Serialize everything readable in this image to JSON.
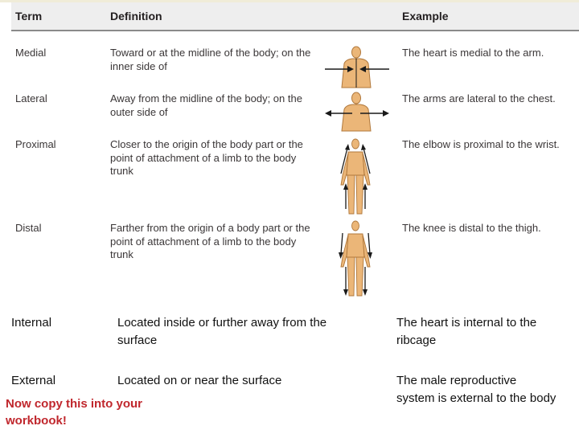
{
  "table": {
    "headers": {
      "term": "Term",
      "definition": "Definition",
      "example": "Example"
    },
    "rows": [
      {
        "term": "Medial",
        "definition": "Toward or at the midline of the body; on the inner side of",
        "example": "The heart is medial to the arm.",
        "figure": "upper-body-arrows-inward-icon"
      },
      {
        "term": "Lateral",
        "definition": "Away from the midline of the body; on the outer side of",
        "example": "The arms are lateral to the chest.",
        "figure": "upper-body-arrows-outward-icon"
      },
      {
        "term": "Proximal",
        "definition": "Closer to the origin of the body part or the point of attachment of a limb to the body trunk",
        "example": "The elbow is proximal to the wrist.",
        "figure": "full-body-arrows-proximal-icon"
      },
      {
        "term": "Distal",
        "definition": "Farther from the origin of a body part or the point of attachment of a limb to the body trunk",
        "example": "The knee is distal to the thigh.",
        "figure": "full-body-arrows-distal-icon"
      }
    ]
  },
  "extra_rows": [
    {
      "term": "Internal",
      "definition": "Located inside or further away from the surface",
      "example": "The heart is internal to the ribcage"
    },
    {
      "term": "External",
      "definition": "Located on or near the surface",
      "example": "The male reproductive system is external to the body"
    }
  ],
  "note": "Now copy this into your workbook!",
  "colors": {
    "skin": "#ebb678",
    "skin_outline": "#b0783c",
    "arrow": "#1a1a1a",
    "note": "#c0272d",
    "header_bg": "#eeeeee"
  }
}
